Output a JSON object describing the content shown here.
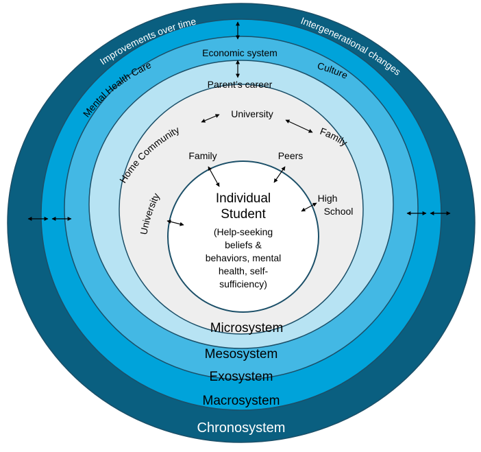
{
  "colors": {
    "chronosystem": "#0a5f80",
    "macrosystem": "#00a3da",
    "exosystem": "#43b8e4",
    "mesosystem": "#b7e3f3",
    "microsystem": "#eeeeee",
    "individual": "#ffffff",
    "ring_stroke": "#1b4f68",
    "arrow": "#000000"
  },
  "systems": {
    "chronosystem": "Chronosystem",
    "macrosystem": "Macrosystem",
    "exosystem": "Exosystem",
    "mesosystem": "Mesosystem",
    "microsystem": "Microsystem"
  },
  "individual": {
    "line1": "Individual",
    "line2": "Student",
    "line3": "(Help-seeking",
    "line4": "beliefs &",
    "line5": "behaviors, mental",
    "line6": "health, self-",
    "line7": "sufficiency)"
  },
  "microsystem_items": {
    "family": "Family",
    "peers": "Peers",
    "high_school_1": "High",
    "high_school_2": "School",
    "university": "University"
  },
  "mesosystem_items": {
    "university": "University",
    "family": "Family",
    "home_community": "Home Community"
  },
  "exosystem_items": {
    "parents_career": "Parent’s career"
  },
  "macrosystem_items": {
    "economic_system": "Economic system",
    "mental_health_care": "Mental Health Care",
    "culture": "Culture"
  },
  "chronosystem_items": {
    "improvements_over_time": "Improvements over time",
    "intergenerational_changes": "Intergenerational changes"
  }
}
